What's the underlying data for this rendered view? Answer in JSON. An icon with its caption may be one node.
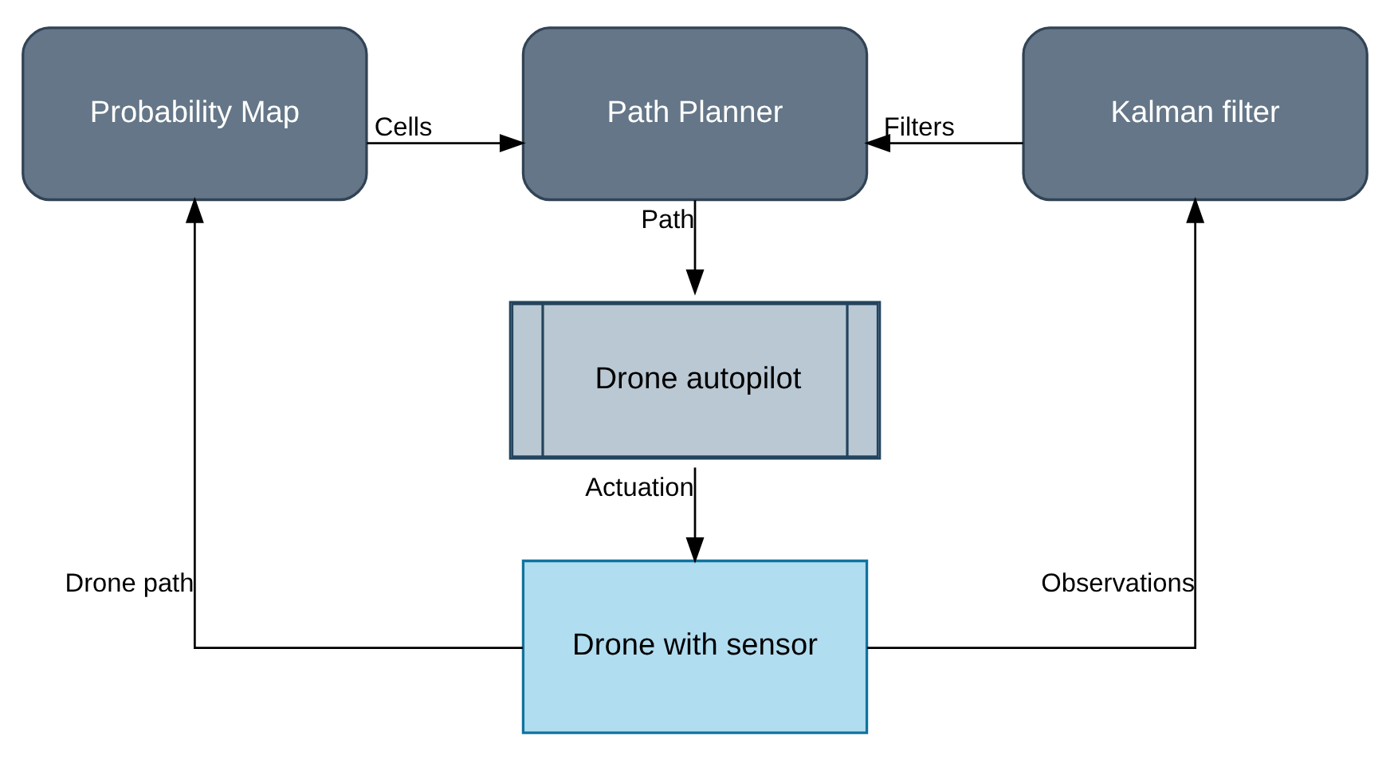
{
  "diagram": {
    "nodes": [
      {
        "text": [
          "Probability Map"
        ]
      },
      {
        "text": [
          "Path Planner"
        ]
      },
      {
        "text": [
          "Kalman filter"
        ]
      },
      {
        "text": [
          "Drone autopilot"
        ]
      },
      {
        "text": [
          "Drone with sensor"
        ]
      }
    ],
    "edges": [
      {
        "from": 0,
        "to": 1,
        "arrow": "to",
        "label": "Cells"
      },
      {
        "from": 2,
        "to": 1,
        "arrow": "to",
        "label": "Filters"
      },
      {
        "from": 1,
        "to": 3,
        "arrow": "to",
        "label": "Path"
      },
      {
        "from": 3,
        "to": 4,
        "arrow": "to",
        "label": "Actuation"
      },
      {
        "from": 4,
        "to": 0,
        "arrow": "to",
        "label": "Drone path"
      },
      {
        "from": 4,
        "to": 2,
        "arrow": "to",
        "label": "Observations"
      }
    ]
  }
}
